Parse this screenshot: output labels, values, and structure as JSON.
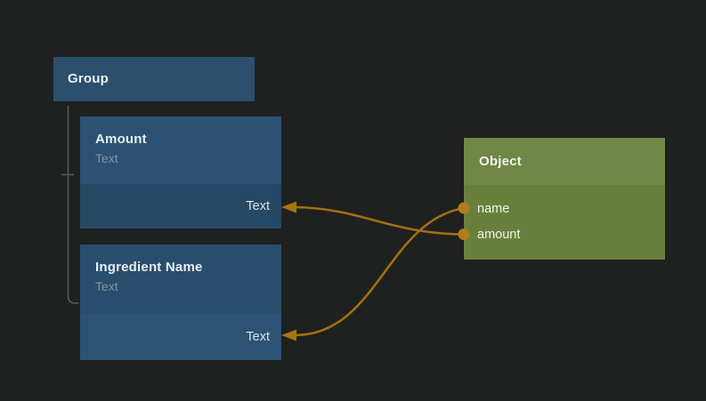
{
  "canvas": {
    "background": "#1f2020"
  },
  "tree": {
    "connector_color": "#565b60"
  },
  "nodes": {
    "group": {
      "title": "Group",
      "color": "#2c4f6e"
    },
    "amount": {
      "title": "Amount",
      "subtitle": "Text",
      "ports": [
        {
          "label": "Text",
          "direction": "input"
        }
      ],
      "header_color": "#2c5172",
      "port_row_color": "#264965"
    },
    "ingredient_name": {
      "title": "Ingredient Name",
      "subtitle": "Text",
      "ports": [
        {
          "label": "Text",
          "direction": "input"
        }
      ],
      "header_color": "#294d6c",
      "port_row_color": "#2c5374"
    },
    "object": {
      "title": "Object",
      "fields": [
        {
          "label": "name"
        },
        {
          "label": "amount"
        }
      ],
      "header_color": "#718746",
      "body_color": "#69803c"
    }
  },
  "connections": {
    "color": "#a1700f",
    "arrow_color": "#a87513",
    "port_dot_color": "#b17b1b",
    "edges": [
      {
        "from": "object.name",
        "to": "ingredient_name.Text"
      },
      {
        "from": "object.amount",
        "to": "amount.Text"
      }
    ]
  }
}
